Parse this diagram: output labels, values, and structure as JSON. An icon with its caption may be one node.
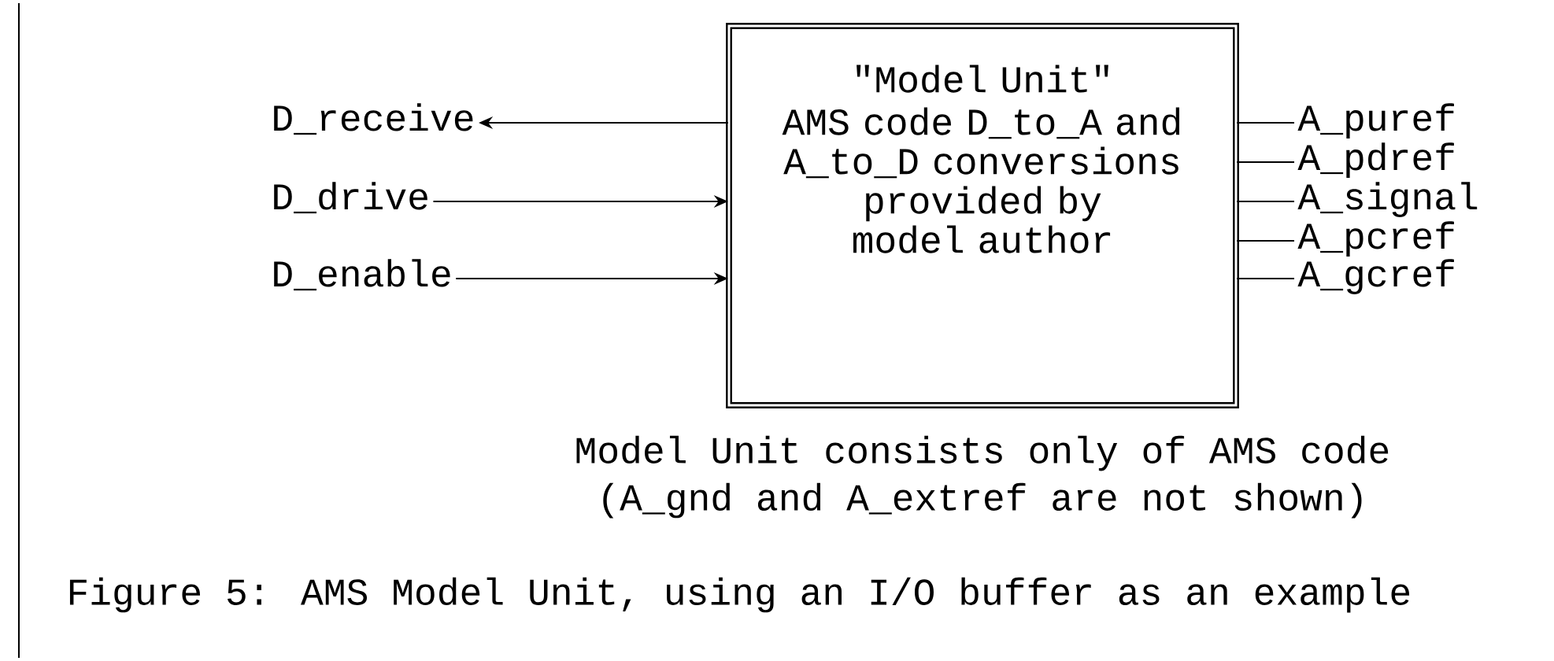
{
  "diagram": {
    "caption": "Figure 5: AMS Model Unit, using an I/O buffer as an example",
    "nodes": [
      {
        "text": [
          "\"Model Unit\"",
          "AMS code D_to_A and A_to_D conversions provided by model author"
        ],
        "beside": [
          "Model Unit consists only of AMS code",
          "(A_gnd and A_extref are not shown)"
        ]
      },
      {
        "text": [
          "D_receive"
        ]
      },
      {
        "text": [
          "D_drive"
        ]
      },
      {
        "text": [
          "D_enable"
        ]
      },
      {
        "text": [
          "A_puref"
        ]
      },
      {
        "text": [
          "A_pdref"
        ]
      },
      {
        "text": [
          "A_signal"
        ]
      },
      {
        "text": [
          "A_pcref"
        ]
      },
      {
        "text": [
          "A_gcref"
        ]
      }
    ],
    "edges": [
      {
        "from": 0,
        "to": 1,
        "arrow": "to"
      },
      {
        "from": 2,
        "to": 0,
        "arrow": "to"
      },
      {
        "from": 3,
        "to": 0,
        "arrow": "to"
      },
      {
        "from": 0,
        "to": 4,
        "arrow": "none"
      },
      {
        "from": 0,
        "to": 5,
        "arrow": "none"
      },
      {
        "from": 0,
        "to": 6,
        "arrow": "none"
      },
      {
        "from": 0,
        "to": 7,
        "arrow": "none"
      },
      {
        "from": 0,
        "to": 8,
        "arrow": "none"
      }
    ]
  }
}
